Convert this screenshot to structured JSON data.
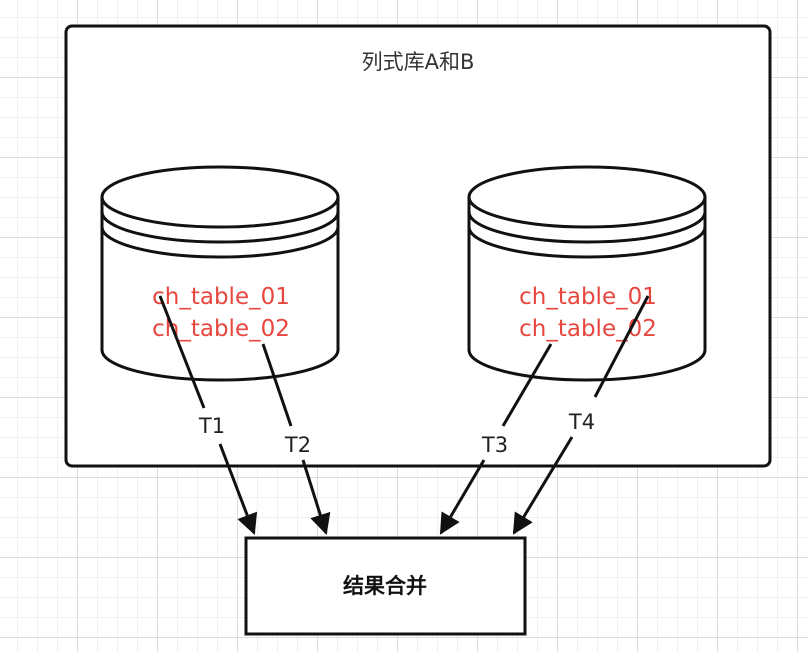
{
  "container": {
    "title": "列式库A和B"
  },
  "databases": [
    {
      "tables": [
        "ch_table_01",
        "ch_table_02"
      ]
    },
    {
      "tables": [
        "ch_table_01",
        "ch_table_02"
      ]
    }
  ],
  "edges": [
    {
      "label": "T1"
    },
    {
      "label": "T2"
    },
    {
      "label": "T3"
    },
    {
      "label": "T4"
    }
  ],
  "result": {
    "label": "结果合并"
  },
  "colors": {
    "table_text": "#e8463f",
    "stroke": "#111111",
    "container_fill": "#ffffff",
    "grid_line": "#dcdcdc"
  }
}
